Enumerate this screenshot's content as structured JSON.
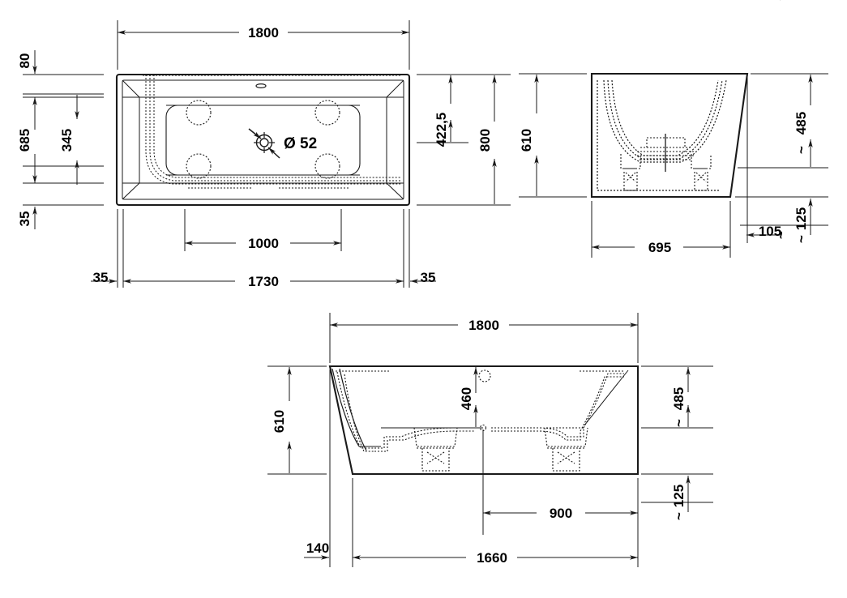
{
  "drawing": {
    "title": "Bathtub technical dimension drawing",
    "units": "mm",
    "line_color": "#1a1a1a",
    "background": "#ffffff"
  },
  "views": {
    "plan": {
      "name": "top-plan-view",
      "dimensions": {
        "overall_length": "1800",
        "overall_width": "800",
        "rim_offset_top": "80",
        "rim_offset_bottom": "35",
        "inner_width": "685",
        "inner_half": "345",
        "drain_offset": "422,5",
        "feet_span": "1000",
        "inner_length": "1730",
        "end_left": "35",
        "end_right": "35",
        "drain_diameter": "Ø 52"
      }
    },
    "side": {
      "name": "side-elevation-view",
      "dimensions": {
        "height": "610",
        "width": "695",
        "inner_depth": "485",
        "inner_depth_prefix": "~",
        "base_height": "125",
        "base_height_prefix": "~",
        "foot_offset": "105",
        "foot_offset_suffix": "~"
      }
    },
    "front": {
      "name": "front-elevation-view",
      "dimensions": {
        "overall_length": "1800",
        "height": "610",
        "waste_height": "460",
        "inner_depth": "485",
        "inner_depth_prefix": "~",
        "base_height": "125",
        "base_height_prefix": "~",
        "panel_offset": "140",
        "waste_to_end": "900",
        "base_length": "1660"
      }
    }
  }
}
